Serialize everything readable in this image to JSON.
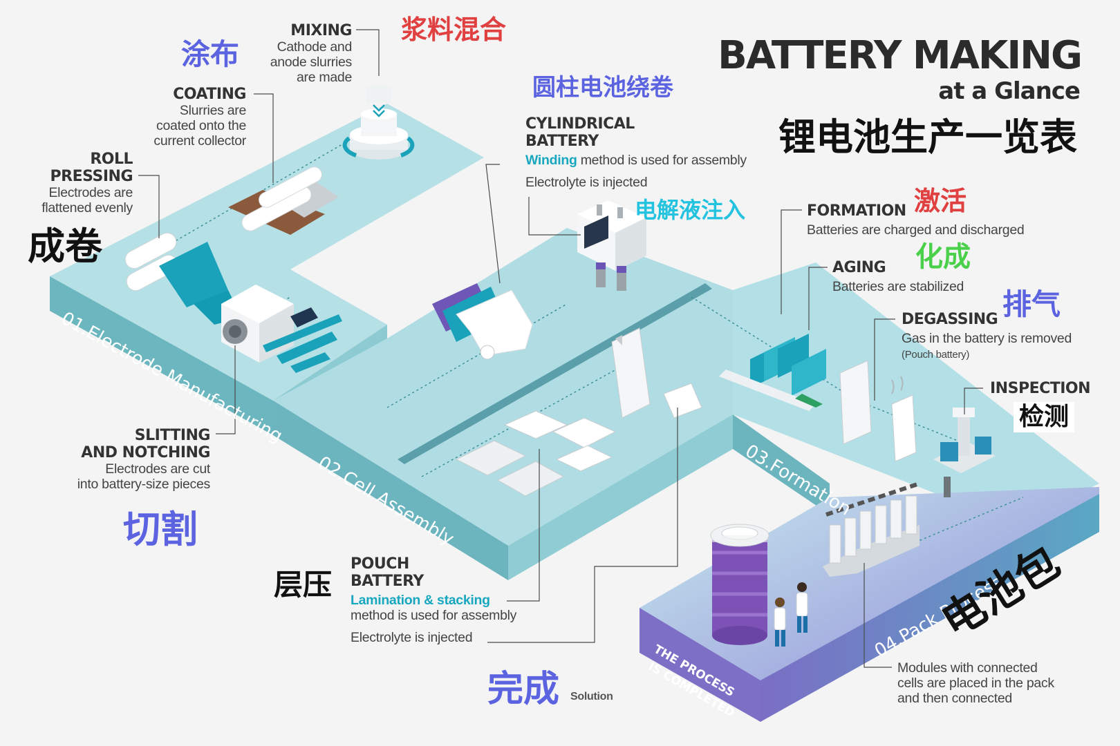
{
  "title": {
    "main": "BATTERY MAKING",
    "sub": "at a Glance",
    "zh": "锂电池生产一览表"
  },
  "stages": {
    "s1": "01.Electrode Manufacturing",
    "s2": "02.Cell Assembly",
    "s3": "03.Formation",
    "s4": "04.Pack Process",
    "done_l1": "THE PROCESS",
    "done_l2": "IS COMPLETED"
  },
  "steps": {
    "mixing": {
      "title": "MIXING",
      "l1": "Cathode and",
      "l2": "anode slurries",
      "l3": "are made",
      "zh": "浆料混合"
    },
    "coating": {
      "title": "COATING",
      "l1": "Slurries are",
      "l2": "coated onto the",
      "l3": "current collector",
      "zh": "涂布"
    },
    "roll": {
      "title1": "ROLL",
      "title2": "PRESSING",
      "l1": "Electrodes are",
      "l2": "flattened evenly",
      "zh": "成卷"
    },
    "slitting": {
      "title1": "SLITTING",
      "title2": "AND NOTCHING",
      "l1": "Electrodes are cut",
      "l2": "into battery-size pieces",
      "zh": "切割"
    },
    "cyl": {
      "title1": "CYLINDRICAL",
      "title2": "BATTERY",
      "hl": "Winding",
      "rest": " method is used for assembly",
      "elec": "Electrolyte is injected",
      "zh": "圆柱电池绕卷",
      "zh_elec": "电解液注入"
    },
    "pouch": {
      "title1": "POUCH",
      "title2": "BATTERY",
      "hl": "Lamination & stacking",
      "rest": "method is used for assembly",
      "elec": "Electrolyte is injected",
      "zh": "层压"
    },
    "formation": {
      "title": "FORMATION",
      "desc": "Batteries are charged and discharged",
      "zh": "激活"
    },
    "aging": {
      "title": "AGING",
      "desc": "Batteries are stabilized",
      "zh": "化成"
    },
    "degassing": {
      "title": "DEGASSING",
      "desc": "Gas in the battery is removed",
      "note": "(Pouch battery)",
      "zh": "排气"
    },
    "inspection": {
      "title": "INSPECTION",
      "zh": "检测"
    },
    "pack": {
      "l1": "Modules with connected",
      "l2": "cells are placed in the pack",
      "l3": "and then connected",
      "zh": "电池包"
    },
    "solution": {
      "zh": "完成",
      "en": "Solution"
    }
  },
  "colors": {
    "platform_top": "#b3dfe3",
    "platform_side": "#6cb7c0",
    "accent": "#17a7bf",
    "purple_platform": "#8d7fc9",
    "zh_red": "#e04040",
    "zh_blue": "#5b63e0",
    "zh_cyan": "#23c3e0",
    "zh_green": "#4ad04a",
    "zh_black": "#111111"
  }
}
